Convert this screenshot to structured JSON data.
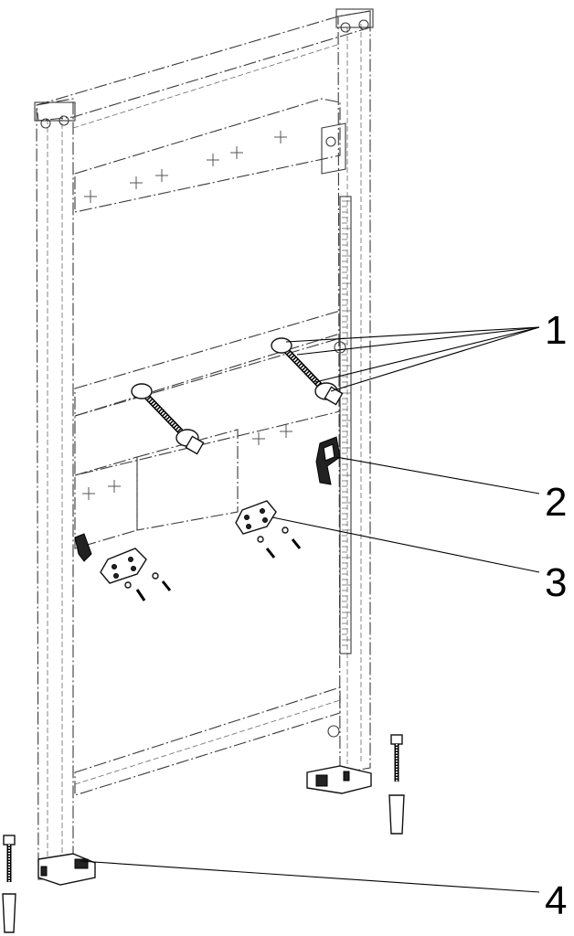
{
  "callouts": [
    {
      "id": "1",
      "label": "1"
    },
    {
      "id": "2",
      "label": "2"
    },
    {
      "id": "3",
      "label": "3"
    },
    {
      "id": "4",
      "label": "4"
    }
  ],
  "colors": {
    "line": "#000000",
    "frame": "#3a3a3a",
    "background": "#ffffff"
  }
}
